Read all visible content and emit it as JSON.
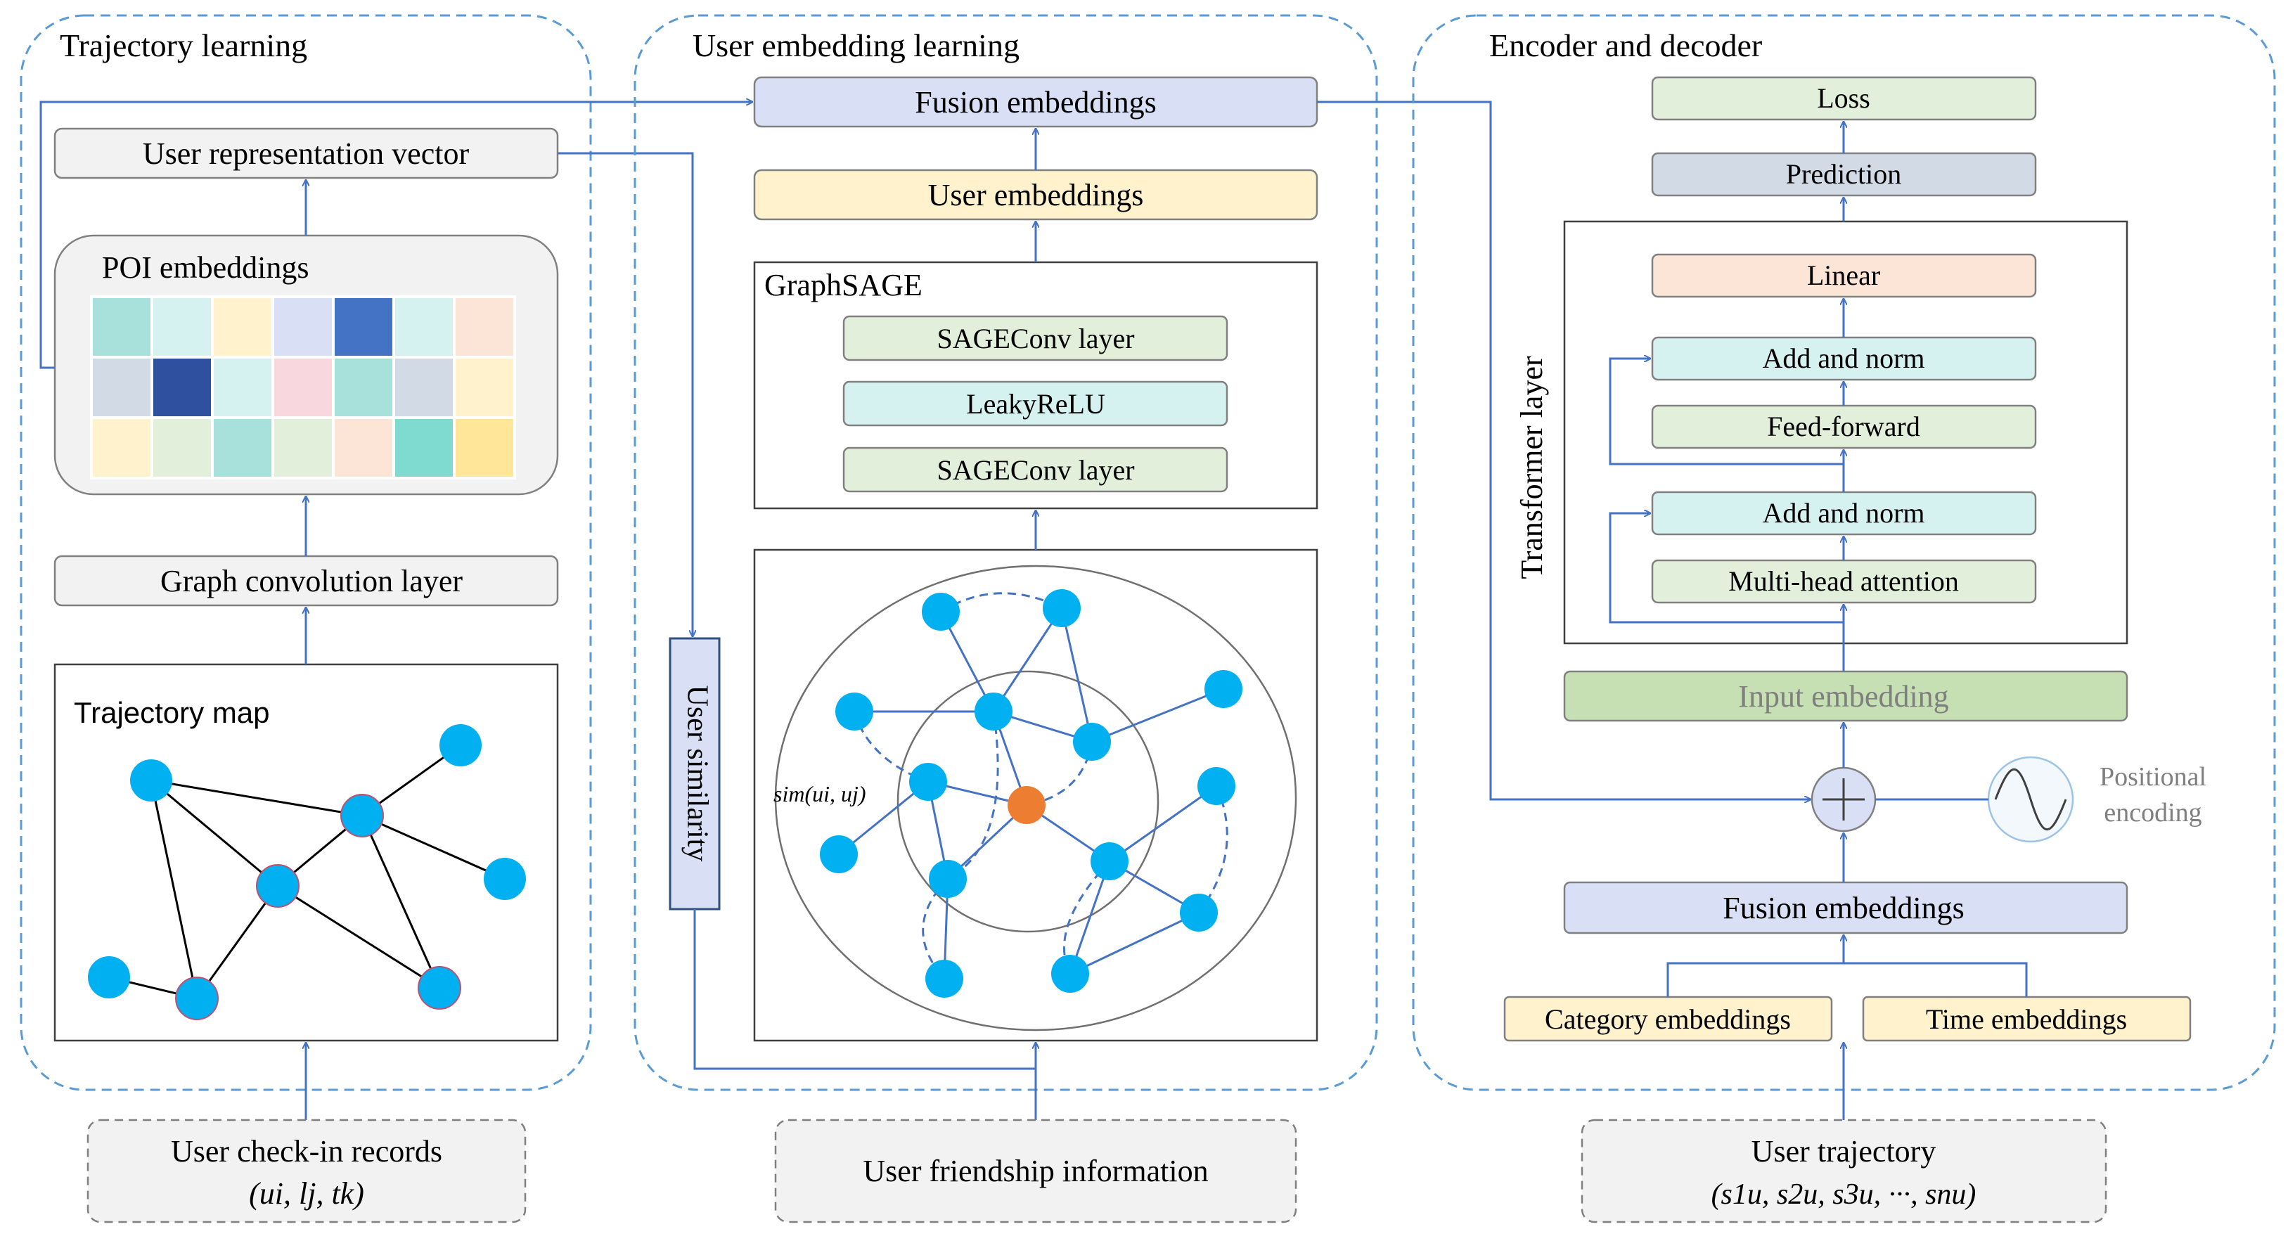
{
  "panels": {
    "trajectory": "Trajectory learning",
    "user_embedding": "User embedding learning",
    "encoder_decoder": "Encoder and decoder"
  },
  "trajectory": {
    "user_vector": "User representation vector",
    "poi_title": "POI embeddings",
    "graph_conv": "Graph convolution layer",
    "map_title": "Trajectory map"
  },
  "user_embedding": {
    "fusion": "Fusion embeddings",
    "user_emb": "User embeddings",
    "graphsage_title": "GraphSAGE",
    "sageconv1": "SAGEConv layer",
    "leaky": "LeakyReLU",
    "sageconv2": "SAGEConv layer",
    "similarity": "User similarity",
    "sim_label": "sim(ui, uj)"
  },
  "encoder": {
    "loss": "Loss",
    "prediction": "Prediction",
    "transformer": "Transformer layer",
    "linear": "Linear",
    "add_norm_top": "Add and norm",
    "feed_forward": "Feed-forward",
    "add_norm_bottom": "Add and norm",
    "mha": "Multi-head attention",
    "input_emb": "Input embedding",
    "pos_enc_1": "Positional",
    "pos_enc_2": "encoding",
    "fusion": "Fusion embeddings",
    "category": "Category embeddings",
    "time": "Time embeddings"
  },
  "inputs": {
    "checkin": "User check-in records",
    "checkin_formula": "(ui, lj, tk)",
    "friendship": "User friendship information",
    "trajectory": "User trajectory",
    "trajectory_formula": "(s1u, s2u, s3u, ···, snu)"
  },
  "colors": {
    "dashed_border": "#5b9bd5",
    "arrow": "#4472c4",
    "gray_box": "#f2f2f2",
    "blue_box": "#d9e0f5",
    "yellow_box": "#fff2cc",
    "green_box": "#e2efda",
    "cyan_box": "#d6f2f0",
    "orange_box": "#fce4d6",
    "node": "#00b0f0",
    "center_node": "#ed7d31"
  },
  "poi_grid": [
    [
      "#a8e0dc",
      "#d6f2f0",
      "#fff2cc",
      "#d9e0f5",
      "#4472c4",
      "#d6f2f0",
      "#fce4d6"
    ],
    [
      "#d2dae6",
      "#2f4f9f",
      "#d6f2f0",
      "#f8d7df",
      "#a8e0dc",
      "#d2dae6",
      "#fff2cc"
    ],
    [
      "#fff2cc",
      "#e2efda",
      "#a8e0dc",
      "#e2efda",
      "#fce4d6",
      "#7fdbd0",
      "#ffe699"
    ]
  ]
}
